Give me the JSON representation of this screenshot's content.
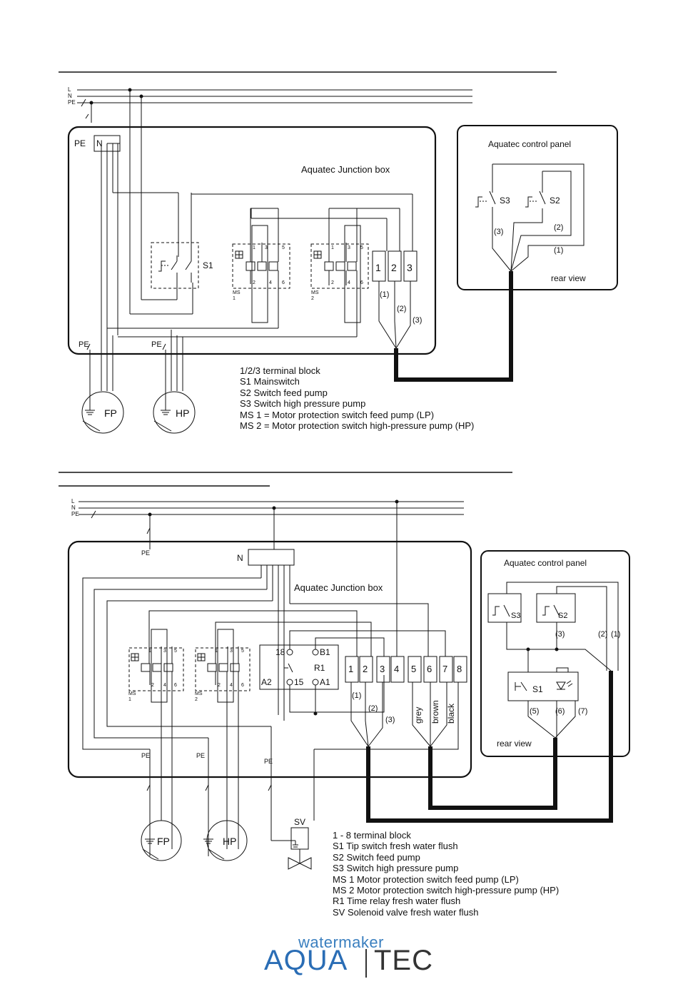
{
  "diagram1": {
    "lines": {
      "l": "L",
      "n": "N",
      "pe": "PE"
    },
    "junction_box": {
      "title": "Aquatec Junction box",
      "pe": "PE",
      "n": "N"
    },
    "s1": "S1",
    "ms1": {
      "tag": "MS",
      "num": "1",
      "terminals_top": [
        "1",
        "3",
        "5"
      ],
      "terminals_bottom": [
        "2",
        "4",
        "6"
      ]
    },
    "ms2": {
      "tag": "MS",
      "num": "2",
      "terminals_top": [
        "1",
        "3",
        "5"
      ],
      "terminals_bottom": [
        "2",
        "4",
        "6"
      ]
    },
    "terminals": [
      "1",
      "2",
      "3"
    ],
    "wire_numbers": [
      "(1)",
      "(2)",
      "(3)"
    ],
    "control_panel": {
      "title": "Aquatec control panel",
      "s3": "S3",
      "s2": "S2",
      "rear_view": "rear view",
      "wires": [
        "(3)",
        "(2)",
        "(1)"
      ]
    },
    "motors": {
      "fp": "FP",
      "hp": "HP",
      "pe": "PE"
    },
    "legend": [
      "1/2/3 terminal block",
      "S1 Mainswitch",
      "S2 Switch feed pump",
      "S3 Switch high pressure pump",
      "MS 1 = Motor protection switch feed pump (LP)",
      "MS 2 = Motor protection switch high-pressure pump (HP)"
    ]
  },
  "diagram2": {
    "lines": {
      "l": "L",
      "n": "N",
      "pe": "PE"
    },
    "junction_box": {
      "title": "Aquatec Junction box",
      "n": "N",
      "pe": "PE"
    },
    "ms1": {
      "tag": "MS",
      "num": "1",
      "terminals_top": [
        "1",
        "3",
        "5"
      ],
      "terminals_bottom": [
        "2",
        "4",
        "6"
      ]
    },
    "ms2": {
      "tag": "MS",
      "num": "2",
      "terminals_top": [
        "1",
        "3",
        "5"
      ],
      "terminals_bottom": [
        "2",
        "4",
        "6"
      ]
    },
    "relay": {
      "name": "R1",
      "t18": "18",
      "b1": "B1",
      "a2": "A2",
      "t15": "15",
      "a1": "A1"
    },
    "terminals": [
      "1",
      "2",
      "3",
      "4",
      "5",
      "6",
      "7",
      "8"
    ],
    "wire_numbers": [
      "(1)",
      "(2)",
      "(3)"
    ],
    "wire_colors": [
      "grey",
      "brown",
      "black"
    ],
    "control_panel": {
      "title": "Aquatec control panel",
      "s3": "S3",
      "s2": "S2",
      "s1": "S1",
      "rear_view": "rear view",
      "wires": [
        "(3)",
        "(2)",
        "(1)",
        "(5)",
        "(6)",
        "(7)"
      ]
    },
    "motors": {
      "fp": "FP",
      "hp": "HP",
      "sv": "SV",
      "pe": "PE"
    },
    "legend": [
      "1 - 8 terminal block",
      "S1  Tip switch fresh water flush",
      "S2  Switch feed pump",
      "S3  Switch high pressure pump",
      "MS 1  Motor protection switch feed pump (LP)",
      "MS 2  Motor protection switch high-pressure pump (HP)",
      "R1  Time relay fresh water flush",
      "SV  Solenoid valve fresh water flush"
    ]
  },
  "logo": {
    "top": "watermaker",
    "main": "AQUA",
    "sub": "TEC"
  }
}
